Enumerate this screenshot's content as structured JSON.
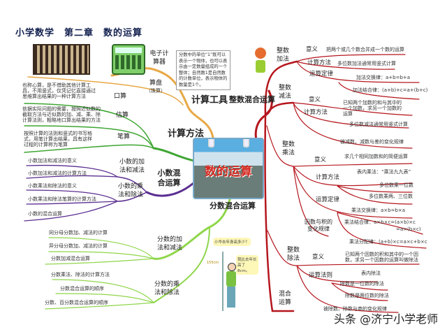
{
  "title": "小学数学　第二章　数的运算",
  "center": {
    "label": "数的运算"
  },
  "note": "分数中的单位“1”既可以表示一个物体，也可以表示由一定数量组成的一个整体；自然数1是自然数的计数单位，表示物体的数量是1个。",
  "tools": {
    "label": "计算工具",
    "electronic": "电子计算器",
    "abacus": "算盘",
    "abacus_sub": "（珠算）"
  },
  "methods": {
    "label": "计算方法",
    "items": [
      {
        "label": "口算",
        "desc": "也称心算，是不借助其他计算工具，不用竖式，仅凭记忆直接通过思维算出结果的一种计算方法"
      },
      {
        "label": "估算",
        "desc": "依据实际问题的需要，按照近似数的截取方法与近似数的加、减、乘、除计算法则，粗略地口算出结果的方法"
      },
      {
        "label": "笔算",
        "desc": "按照计算的法则和竖式的书写格式，用笔计算出结果，具有这样过程的计算称为笔算"
      }
    ]
  },
  "decimal": {
    "label": "小数混合运算",
    "add_sub": {
      "label": "小数的加法和减法",
      "items": [
        "小数加法和减法的意义",
        "小数加法和减法的计算方法"
      ]
    },
    "mul_div": {
      "label": "小数的乘法和除法",
      "items": [
        "小数乘法和除法的意义",
        "小数乘法和除法笔算的计算方法"
      ]
    },
    "mixed": "小数的混合运算"
  },
  "fraction": {
    "label": "分数混合运算",
    "add_sub": {
      "label": "分数的加法和减法",
      "items": [
        "同分母分数加、减法的计算",
        "异分母分数加、减法的计算",
        "分数加减混合运算"
      ]
    },
    "mul_div": {
      "label": "分数的乘法和除法",
      "items": [
        "分数乘法、除法的计算方法",
        "分数混合运算的顺序",
        "分数、百分数混合运算的顺序"
      ]
    },
    "illustration": {
      "sign": "小华去年身高多少？",
      "height": "155cm",
      "speech": "我比去年长高了8cm。"
    }
  },
  "integer": {
    "label": "整数混合运算",
    "addition": {
      "label": "整数加法",
      "meaning_label": "意义",
      "meaning": "把两个或几个数合并成一个数的运算",
      "method_label": "计算方法",
      "method": "多位数加法通常用竖式计算",
      "law_label": "运算定律",
      "commutative": "加法交换律：a+b=b+a",
      "associative": "加法结合律：(a+b)+c=a+(b+c)"
    },
    "subtraction": {
      "label": "整数减法",
      "meaning_label": "意义",
      "meaning": "已知两个加数的和与其中的一个加数，求另一个加数的运算",
      "method_label": "计算方法",
      "method": "多位数减法通常用竖式计算",
      "rule": "被减数、减数与差的变化规律"
    },
    "multiplication": {
      "label": "整数乘法",
      "meaning_label": "意义",
      "meaning": "求几个相同加数和的简便运算",
      "method_label": "计算方法",
      "methods": [
        "表内乘法：“乘法九九表”",
        "多位数乘一位数",
        "多位数乘两、三位数"
      ],
      "law_label": "运算定律",
      "commutative": "乘法交换律：a×b=b×a",
      "associative": "乘法结合律：a×b×c=(a×b)×c",
      "associative2": "=a×(b×c)",
      "distributive": "乘法分配律：(a+b)×c=a×c+b×c",
      "factor_rule": "因数与积的变化规律"
    },
    "division": {
      "label": "整数除法",
      "meaning_label": "意义",
      "meaning": "已知两个因数的积和其中的一个因数，求另一个因数的运算叫做除法",
      "rule_label": "运算法则",
      "rules": [
        "表内除法",
        "除数是一位数的除法",
        "除数是两位数的除法"
      ],
      "change_rule": "被除数、除数与商的变化规律"
    },
    "mixed": "混合运算"
  },
  "watermark": "头条 @济宁小学老师",
  "colors": {
    "tools": "#e8a845",
    "methods": "#3ea532",
    "decimal": "#5b2d91",
    "fraction": "#8fd64a",
    "integer": "#b5161d",
    "title": "#13214f"
  }
}
